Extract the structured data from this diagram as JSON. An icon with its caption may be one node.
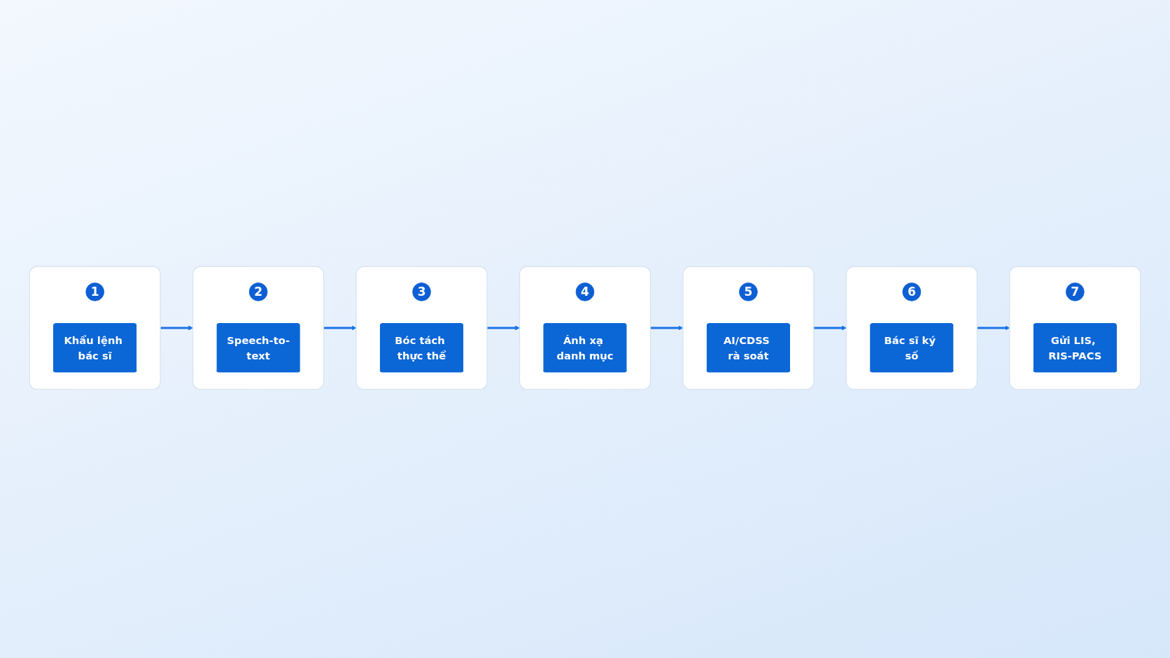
{
  "diagram": {
    "nodes": [
      {
        "text": [],
        "shape": "box"
      },
      {
        "text": [
          "1"
        ],
        "in": 0
      },
      {
        "text": [
          "Khẩu lệnh bác sĩ"
        ],
        "in": 0
      },
      {
        "text": [],
        "shape": "box"
      },
      {
        "text": [
          "2"
        ],
        "in": 3
      },
      {
        "text": [
          "Speech-to-text"
        ],
        "in": 3
      },
      {
        "text": [],
        "shape": "box"
      },
      {
        "text": [
          "3"
        ],
        "in": 6
      },
      {
        "text": [
          "Bóc tách thực thể"
        ],
        "in": 6
      },
      {
        "text": [],
        "shape": "box"
      },
      {
        "text": [
          "4"
        ],
        "in": 9
      },
      {
        "text": [
          "Ánh xạ danh mục"
        ],
        "in": 9
      },
      {
        "text": [],
        "shape": "box"
      },
      {
        "text": [
          "5"
        ],
        "in": 12
      },
      {
        "text": [
          "AI/CDSS rà soát"
        ],
        "in": 12
      },
      {
        "text": [],
        "shape": "box"
      },
      {
        "text": [
          "6"
        ],
        "in": 15
      },
      {
        "text": [
          "Bác sĩ ký số"
        ],
        "in": 15
      },
      {
        "text": [],
        "shape": "box"
      },
      {
        "text": [
          "7"
        ],
        "in": 18
      },
      {
        "text": [
          "Gửi LIS, RIS-PACS"
        ],
        "in": 18
      }
    ],
    "edges": [
      {
        "from": 0,
        "to": 3,
        "arrow": "to"
      },
      {
        "from": 3,
        "to": 6,
        "arrow": "to"
      },
      {
        "from": 6,
        "to": 9,
        "arrow": "to"
      },
      {
        "from": 9,
        "to": 12,
        "arrow": "to"
      },
      {
        "from": 12,
        "to": 15,
        "arrow": "to"
      },
      {
        "from": 15,
        "to": 18,
        "arrow": "to"
      }
    ]
  }
}
